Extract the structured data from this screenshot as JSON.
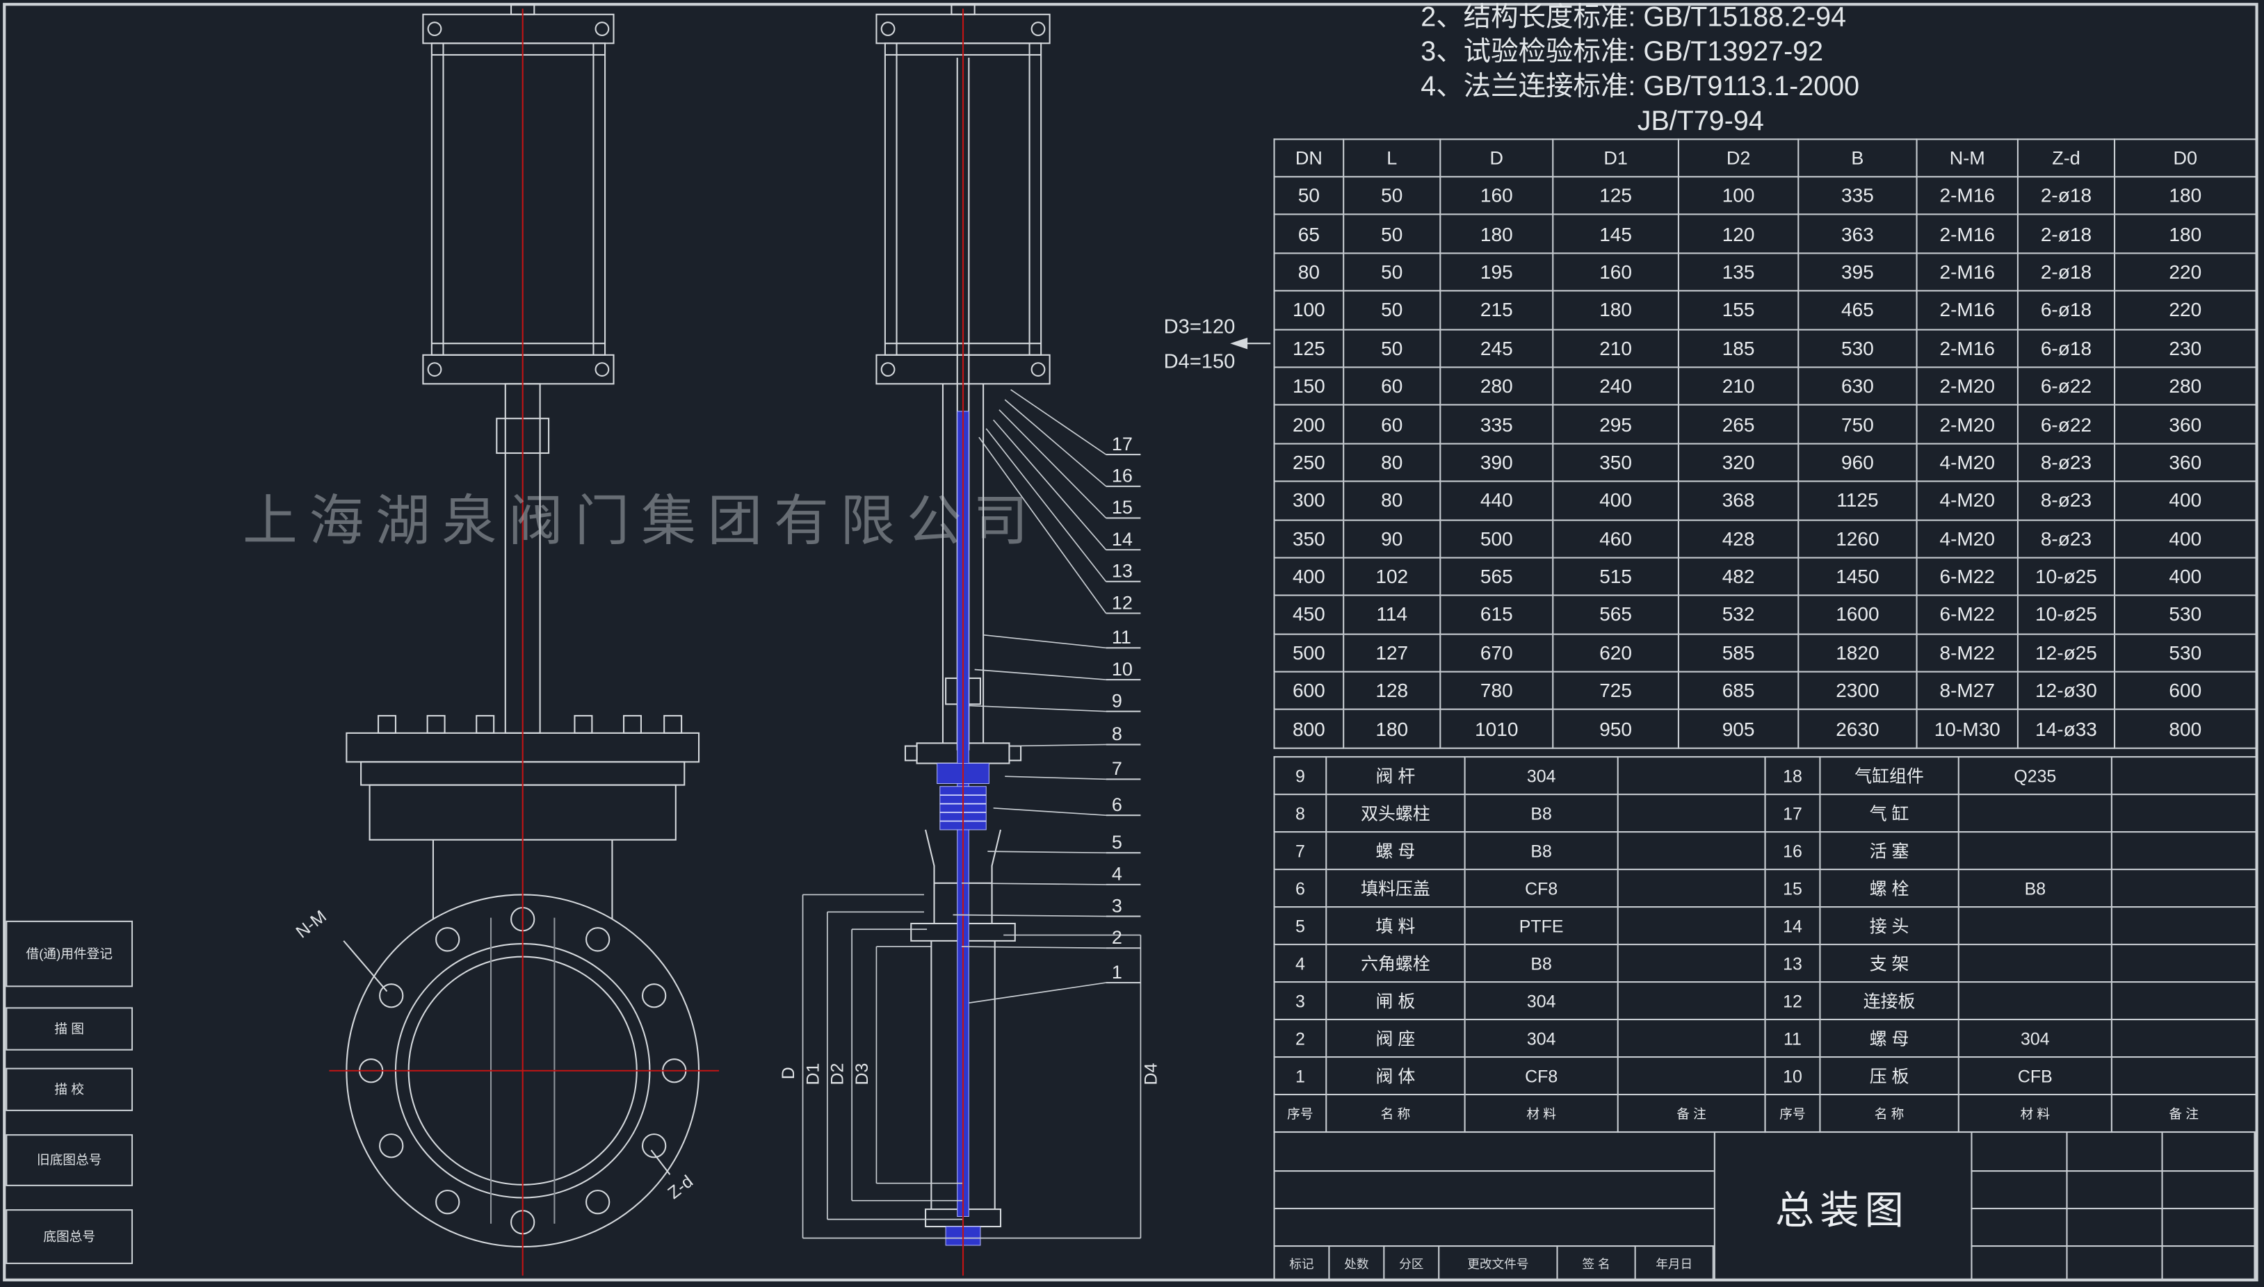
{
  "standards": {
    "lines": [
      "2、结构长度标准: GB/T15188.2-94",
      "3、试验检验标准: GB/T13927-92",
      "4、法兰连接标准: GB/T9113.1-2000",
      "JB/T79-94"
    ]
  },
  "watermark": "上海湖泉阀门集团有限公司",
  "notes": {
    "d3": "D3=120",
    "d4": "D4=150"
  },
  "front_view": {
    "nm": "N-M",
    "zd": "Z-d"
  },
  "section_view": {
    "callouts": [
      "17",
      "16",
      "15",
      "14",
      "13",
      "12",
      "11",
      "10",
      "9",
      "8",
      "7",
      "6",
      "5",
      "4",
      "3",
      "2",
      "1"
    ],
    "dims": [
      "D",
      "D1",
      "D2",
      "D3",
      "D4"
    ]
  },
  "dim_table": {
    "headers": [
      "DN",
      "L",
      "D",
      "D1",
      "D2",
      "B",
      "N-M",
      "Z-d",
      "D0"
    ],
    "rows": [
      [
        "50",
        "50",
        "160",
        "125",
        "100",
        "335",
        "2-M16",
        "2-ø18",
        "180"
      ],
      [
        "65",
        "50",
        "180",
        "145",
        "120",
        "363",
        "2-M16",
        "2-ø18",
        "180"
      ],
      [
        "80",
        "50",
        "195",
        "160",
        "135",
        "395",
        "2-M16",
        "2-ø18",
        "220"
      ],
      [
        "100",
        "50",
        "215",
        "180",
        "155",
        "465",
        "2-M16",
        "6-ø18",
        "220"
      ],
      [
        "125",
        "50",
        "245",
        "210",
        "185",
        "530",
        "2-M16",
        "6-ø18",
        "230"
      ],
      [
        "150",
        "60",
        "280",
        "240",
        "210",
        "630",
        "2-M20",
        "6-ø22",
        "280"
      ],
      [
        "200",
        "60",
        "335",
        "295",
        "265",
        "750",
        "2-M20",
        "6-ø22",
        "360"
      ],
      [
        "250",
        "80",
        "390",
        "350",
        "320",
        "960",
        "4-M20",
        "8-ø23",
        "360"
      ],
      [
        "300",
        "80",
        "440",
        "400",
        "368",
        "1125",
        "4-M20",
        "8-ø23",
        "400"
      ],
      [
        "350",
        "90",
        "500",
        "460",
        "428",
        "1260",
        "4-M20",
        "8-ø23",
        "400"
      ],
      [
        "400",
        "102",
        "565",
        "515",
        "482",
        "1450",
        "6-M22",
        "10-ø25",
        "400"
      ],
      [
        "450",
        "114",
        "615",
        "565",
        "532",
        "1600",
        "6-M22",
        "10-ø25",
        "530"
      ],
      [
        "500",
        "127",
        "670",
        "620",
        "585",
        "1820",
        "8-M22",
        "12-ø25",
        "530"
      ],
      [
        "600",
        "128",
        "780",
        "725",
        "685",
        "2300",
        "8-M27",
        "12-ø30",
        "600"
      ],
      [
        "800",
        "180",
        "1010",
        "950",
        "905",
        "2630",
        "10-M30",
        "14-ø33",
        "800"
      ]
    ]
  },
  "bom": {
    "header": [
      "序号",
      "名 称",
      "材 料",
      "备 注"
    ],
    "left": [
      [
        "9",
        "阀 杆",
        "304"
      ],
      [
        "8",
        "双头螺柱",
        "B8"
      ],
      [
        "7",
        "螺 母",
        "B8"
      ],
      [
        "6",
        "填料压盖",
        "CF8"
      ],
      [
        "5",
        "填 料",
        "PTFE"
      ],
      [
        "4",
        "六角螺栓",
        "B8"
      ],
      [
        "3",
        "闸 板",
        "304"
      ],
      [
        "2",
        "阀 座",
        "304"
      ],
      [
        "1",
        "阀 体",
        "CF8"
      ]
    ],
    "right": [
      [
        "18",
        "气缸组件",
        "Q235"
      ],
      [
        "17",
        "气 缸",
        ""
      ],
      [
        "16",
        "活 塞",
        ""
      ],
      [
        "15",
        "螺 栓",
        "B8"
      ],
      [
        "14",
        "接 头",
        ""
      ],
      [
        "13",
        "支 架",
        ""
      ],
      [
        "12",
        "连接板",
        ""
      ],
      [
        "11",
        "螺 母",
        "304"
      ],
      [
        "10",
        "压 板",
        "CFB"
      ]
    ]
  },
  "title_block": {
    "title": "总装图",
    "bottom_labels": [
      "标记",
      "处数",
      "分区",
      "更改文件号",
      "签 名",
      "年月日"
    ]
  },
  "left_strip": {
    "boxes": [
      "借(通)用件登记",
      "描 图",
      "描 校",
      "旧底图总号",
      "底图总号"
    ]
  }
}
